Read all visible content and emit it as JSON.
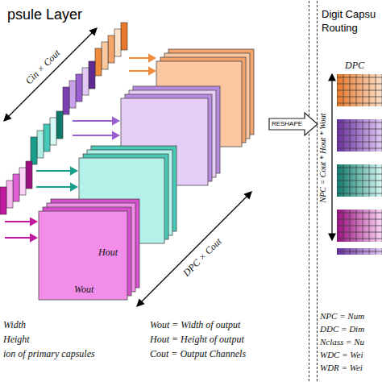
{
  "diagram": {
    "nodes": [
      {
        "text": [
          "psule Layer"
        ]
      },
      {
        "text": [
          "Digit Capsu Routing"
        ]
      },
      {
        "text": [
          "RESHAPE"
        ]
      }
    ],
    "labels": [
      "Cin × Cout",
      "DPC × Cout",
      "Hout",
      "Wout",
      "Width",
      "Height",
      "ion of primary capsules",
      "Wout = Width of output",
      "Hout = Height of output",
      "Cout = Output Channels",
      "DPC",
      "NPC = Cout * Hout * Wout",
      "NPC = Num",
      "DDC = Dim",
      "Nclass = Nu",
      "WDC = Wei",
      "WDR = Wei"
    ]
  }
}
